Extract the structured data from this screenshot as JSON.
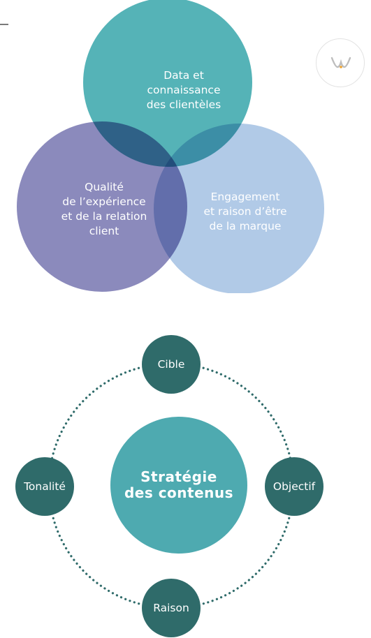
{
  "venn": {
    "data": {
      "line1": "Data et",
      "line2": "connaissance",
      "line3": "des clientèles",
      "color": "#4aaeb3"
    },
    "quality": {
      "line1": "Qualité",
      "line2": "de l’expérience",
      "line3": "et de la relation",
      "line4": "client",
      "color": "#7b7ab3"
    },
    "engagement": {
      "line1": "Engagement",
      "line2": "et raison d’être",
      "line3": "de la marque",
      "color": "#a9c4e4"
    }
  },
  "content_strategy": {
    "center": {
      "line1": "Stratégie",
      "line2": "des contenus",
      "color": "#4eaab0"
    },
    "nodes": {
      "cible": "Cible",
      "tonalite": "Tonalité",
      "objectif": "Objectif",
      "raison": "Raison"
    },
    "node_color": "#2f6b6a"
  },
  "logo": {
    "icon": "w-monogram-icon"
  }
}
